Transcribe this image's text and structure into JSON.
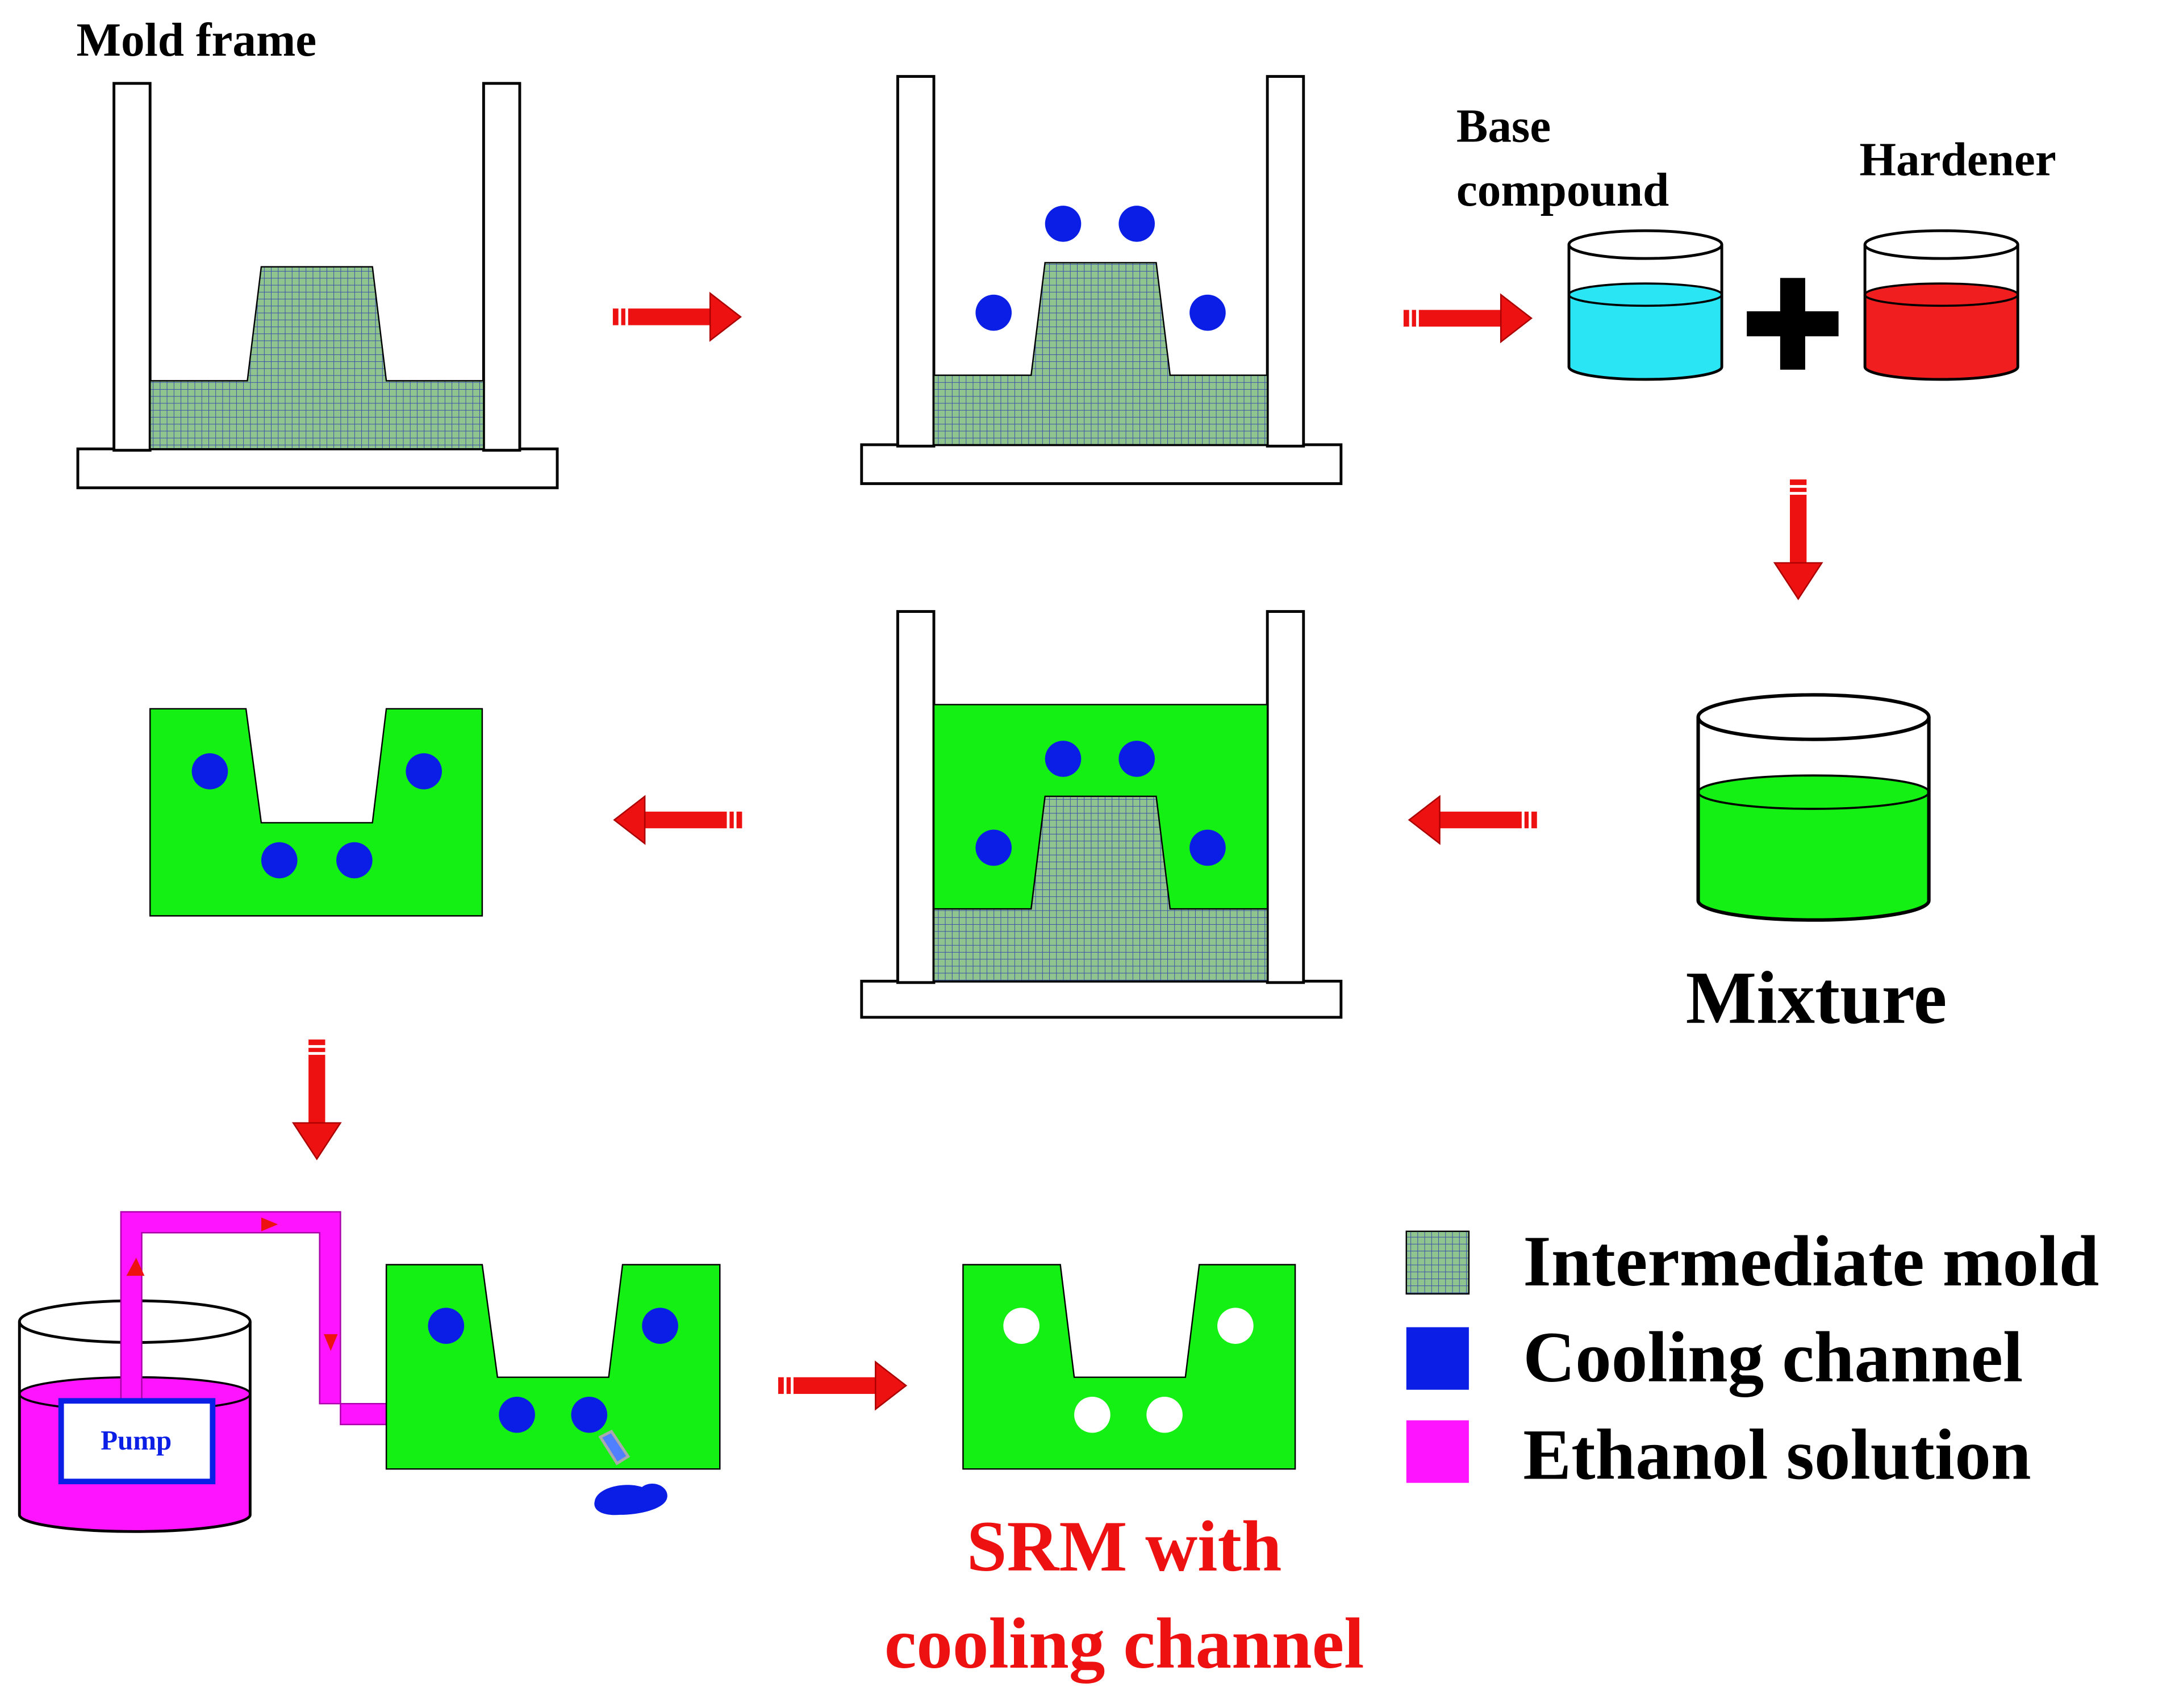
{
  "labels": {
    "mold_frame": "Mold frame",
    "base_compound_line1": "Base",
    "base_compound_line2": "compound",
    "hardener": "Hardener",
    "mixture": "Mixture",
    "pump": "Pump",
    "srm_line1": "SRM with",
    "srm_line2": "cooling channel"
  },
  "legend": [
    {
      "label": "Intermediate mold",
      "swatch": "mesh"
    },
    {
      "label": "Cooling channel",
      "color": "#0a1ee6"
    },
    {
      "label": "Ethanol solution",
      "color": "#ff14ff"
    }
  ],
  "colors": {
    "mesh_fill": "#8fc48f",
    "mesh_line": "#3b4fa8",
    "silicone_green": "#14f014",
    "channel_blue": "#0a1ee6",
    "base_cyan": "#2ae6f5",
    "hardener_red": "#f01e1e",
    "ethanol_magenta": "#ff14ff",
    "arrow_red": "#ee1111",
    "srm_text_red": "#ee1111"
  }
}
